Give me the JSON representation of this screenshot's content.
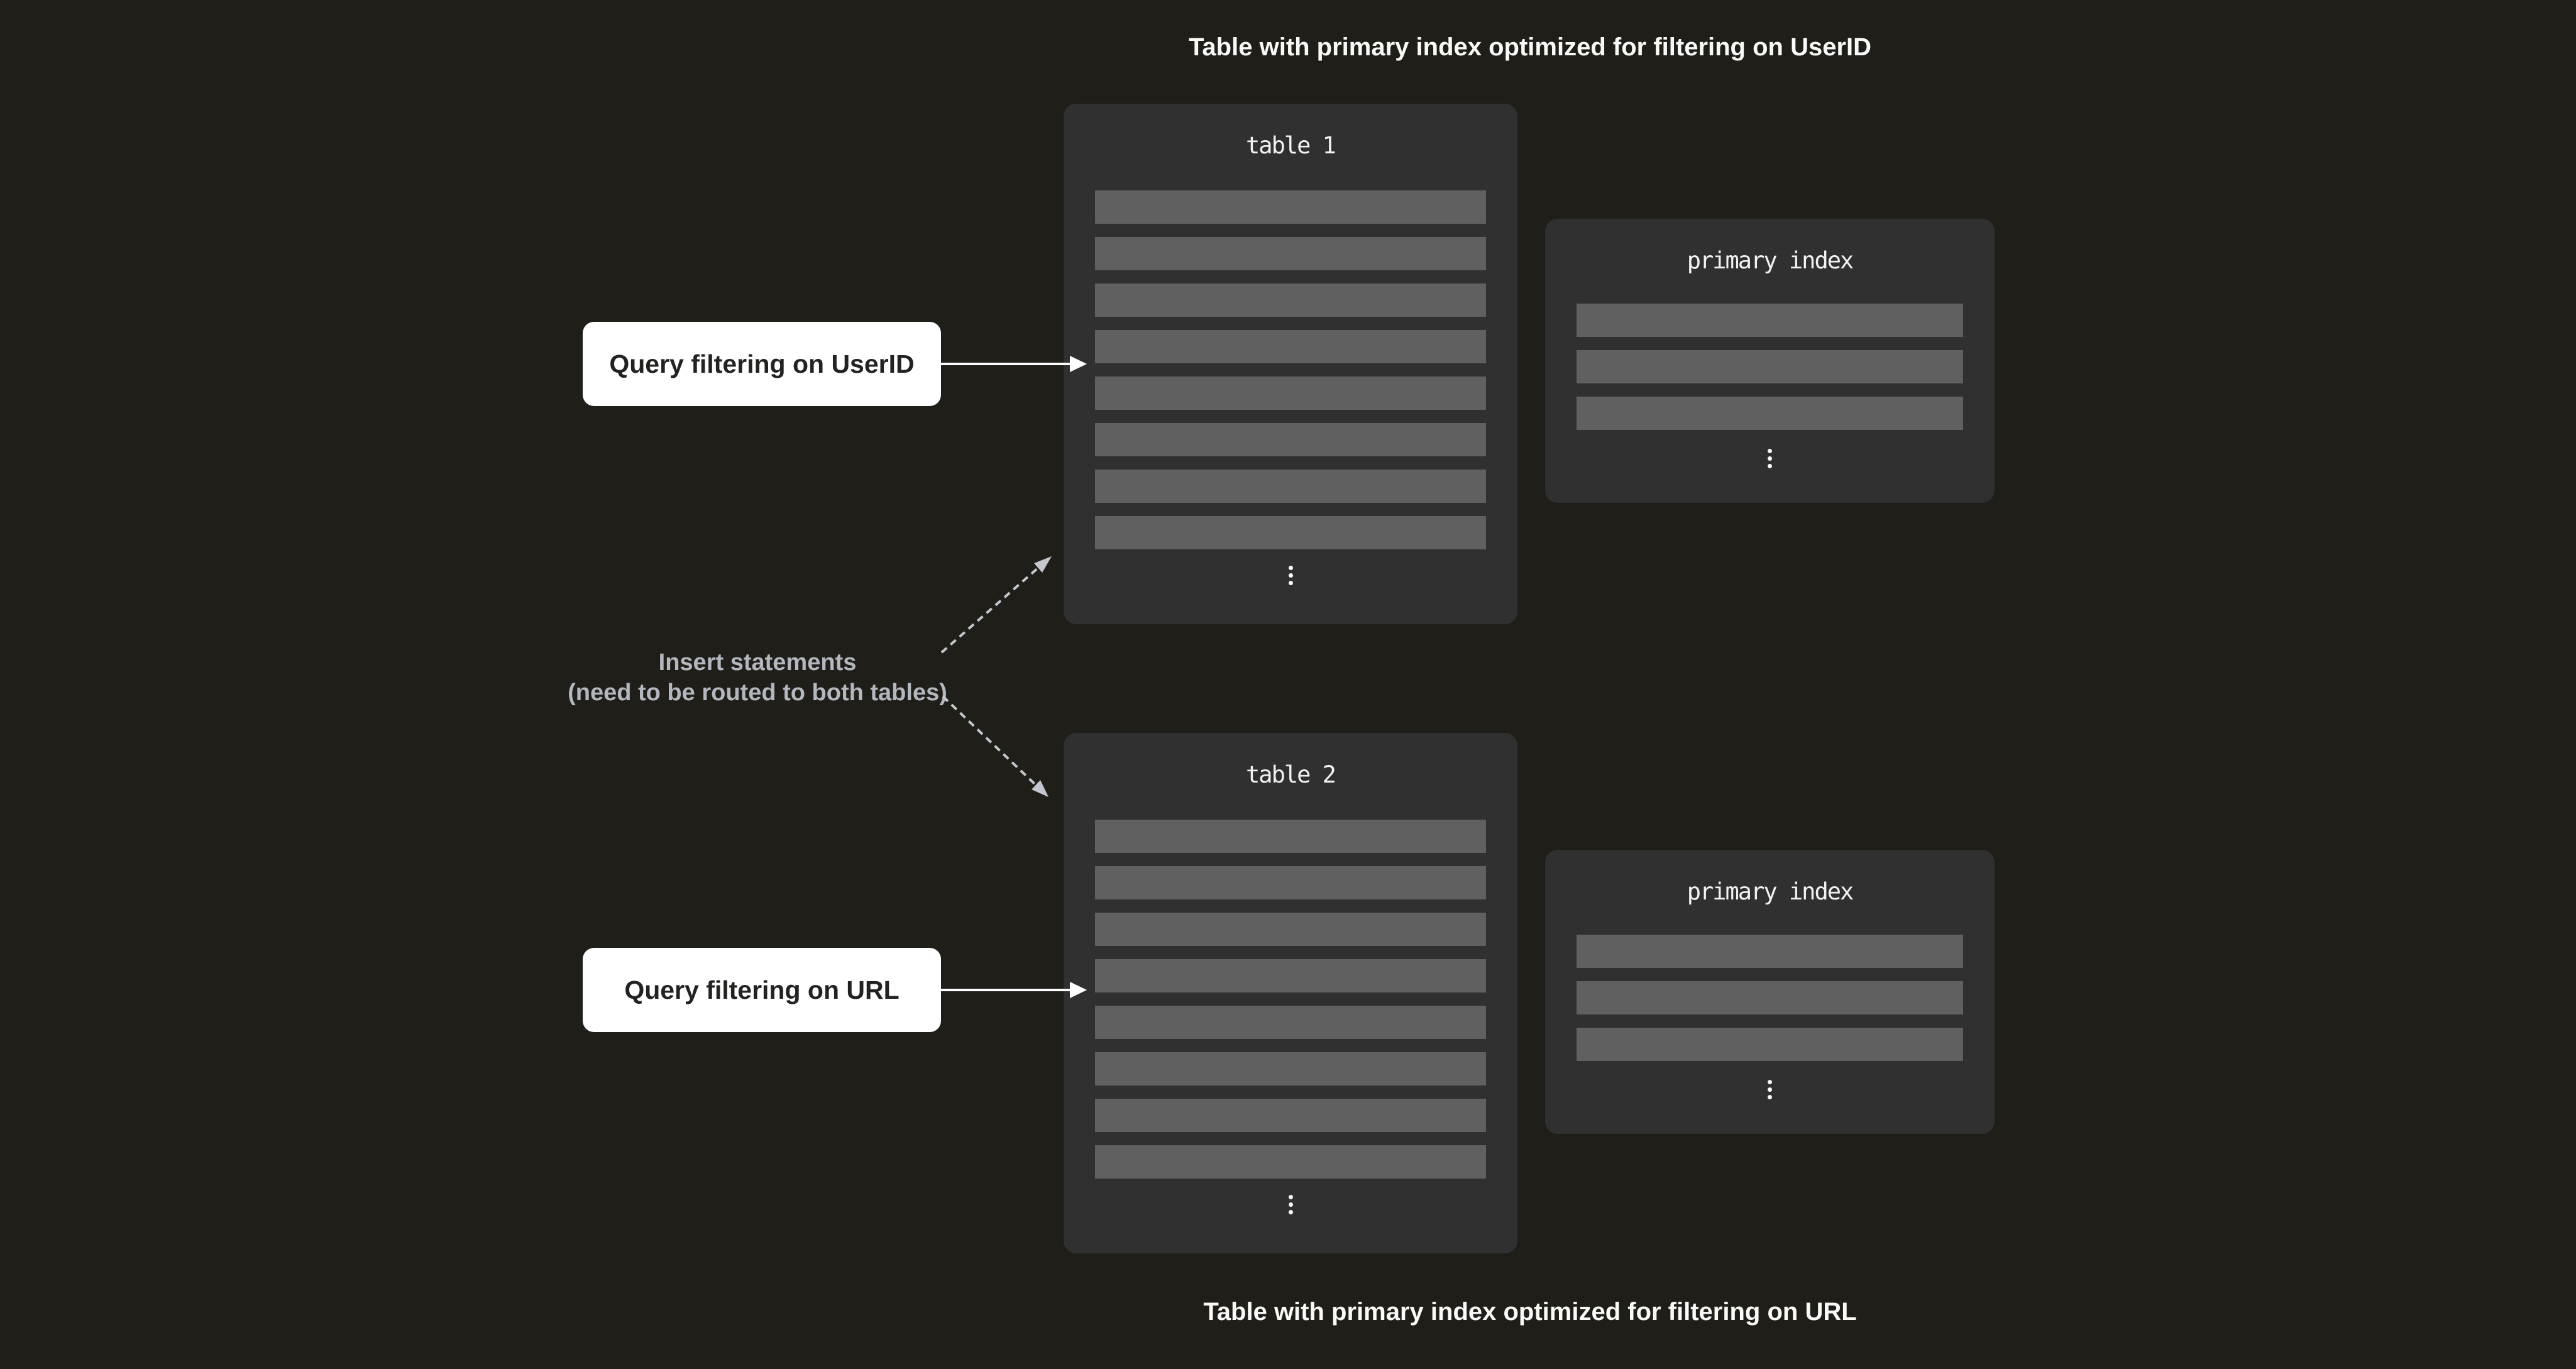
{
  "colors": {
    "background": "#201e19",
    "panel": "#303030",
    "row_placeholder": "#606060",
    "caption_text": "#fafaf8",
    "note_text": "#b3b7bf",
    "dashed_arrow": "#c4c7cd",
    "solid_arrow": "#ffffff",
    "callout_bg": "#ffffff",
    "callout_text": "#222220"
  },
  "captions": {
    "top": "Table with primary index optimized for filtering on UserID",
    "bottom": "Table with primary index optimized for filtering on URL"
  },
  "tables": {
    "table1": {
      "label": "table 1",
      "row_count": 8
    },
    "table2": {
      "label": "table 2",
      "row_count": 8
    },
    "index1": {
      "label": "primary index",
      "row_count": 3
    },
    "index2": {
      "label": "primary index",
      "row_count": 3
    }
  },
  "callouts": {
    "query_userid": "Query filtering on UserID",
    "query_url": "Query filtering on URL"
  },
  "insert_note": {
    "line1": "Insert statements",
    "line2": "(need to be routed to both tables)"
  },
  "icons": {
    "ellipsis": "vertical-ellipsis"
  }
}
